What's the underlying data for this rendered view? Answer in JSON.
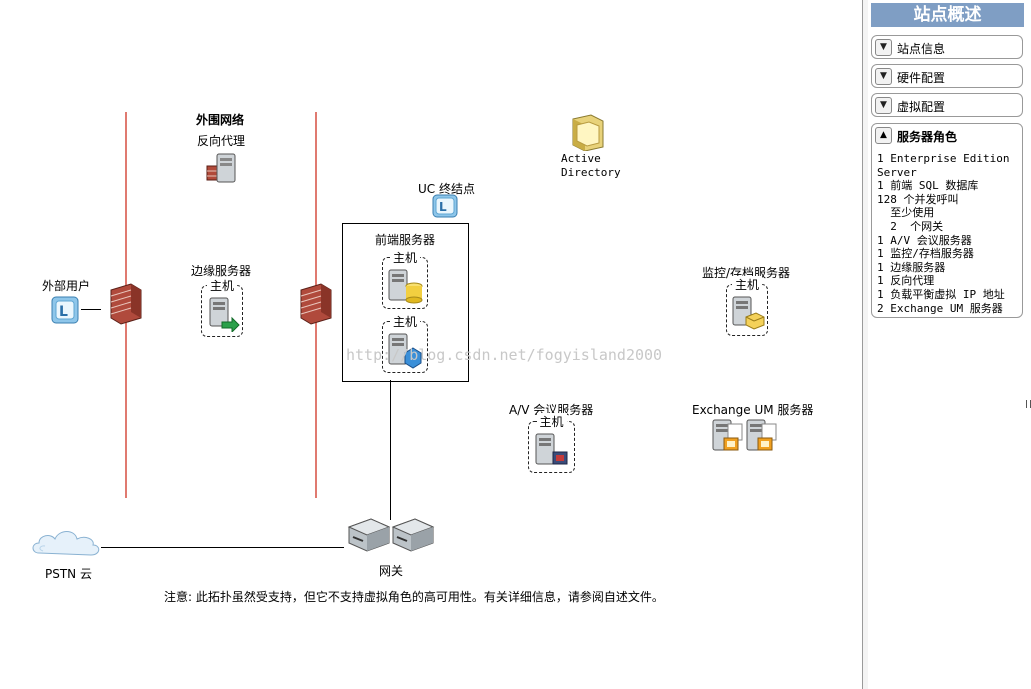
{
  "diagram": {
    "external_network": "外围网络",
    "reverse_proxy": "反向代理",
    "edge_server": "边缘服务器",
    "external_user": "外部用户",
    "host": "主机",
    "uc_endpoint": "UC 终结点",
    "active_directory": "Active\nDirectory",
    "frontend_server": "前端服务器",
    "monitor_archive_server": "监控/存档服务器",
    "av_conf_server": "A/V 会议服务器",
    "exchange_um_server": "Exchange UM 服务器",
    "pstn_cloud": "PSTN 云",
    "gateway": "网关",
    "watermark": "http://blog.csdn.net/fogyisland2000",
    "note": "注意: 此拓扑虽然受支持，但它不支持虚拟角色的高可用性。有关详细信息，请参阅自述文件。"
  },
  "panel": {
    "title": "站点概述",
    "sections": [
      "站点信息",
      "硬件配置",
      "虚拟配置"
    ],
    "roles_title": "服务器角色",
    "roles": [
      "1 Enterprise Edition",
      "Server",
      "1 前端 SQL 数据库",
      "128 个并发呼叫",
      "  至少使用",
      "  2  个网关",
      "1 A/V 会议服务器",
      "1 监控/存档服务器",
      "1 边缘服务器",
      "1 反向代理",
      "1 负载平衡虚拟 IP 地址",
      "2 Exchange UM 服务器"
    ]
  },
  "icons": {
    "firewall": "firewall-icon",
    "server": "server-icon",
    "database": "database-server-icon",
    "cloud": "cloud-icon",
    "router": "router-icon",
    "folder": "folder-icon",
    "phone": "uc-phone-icon"
  }
}
